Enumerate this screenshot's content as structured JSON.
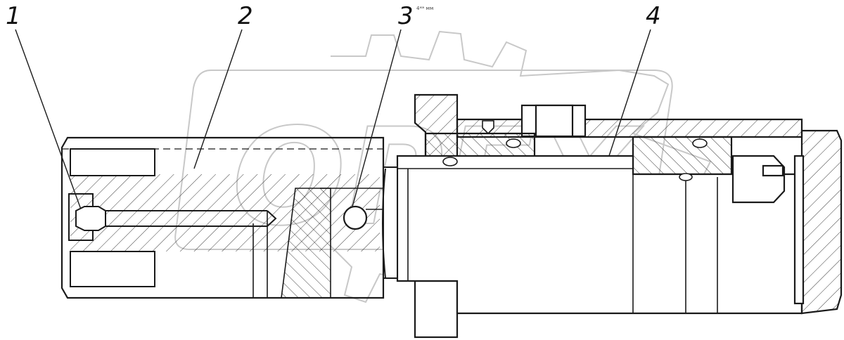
{
  "callouts": [
    "1",
    "2",
    "3",
    "4"
  ],
  "small_mark": "4** мм",
  "watermark": "OPEX",
  "colors": {
    "line": "#1a1a1a",
    "hatch": "#3a3a3a",
    "watermark": "#c8c8c8",
    "background": "#ffffff"
  }
}
